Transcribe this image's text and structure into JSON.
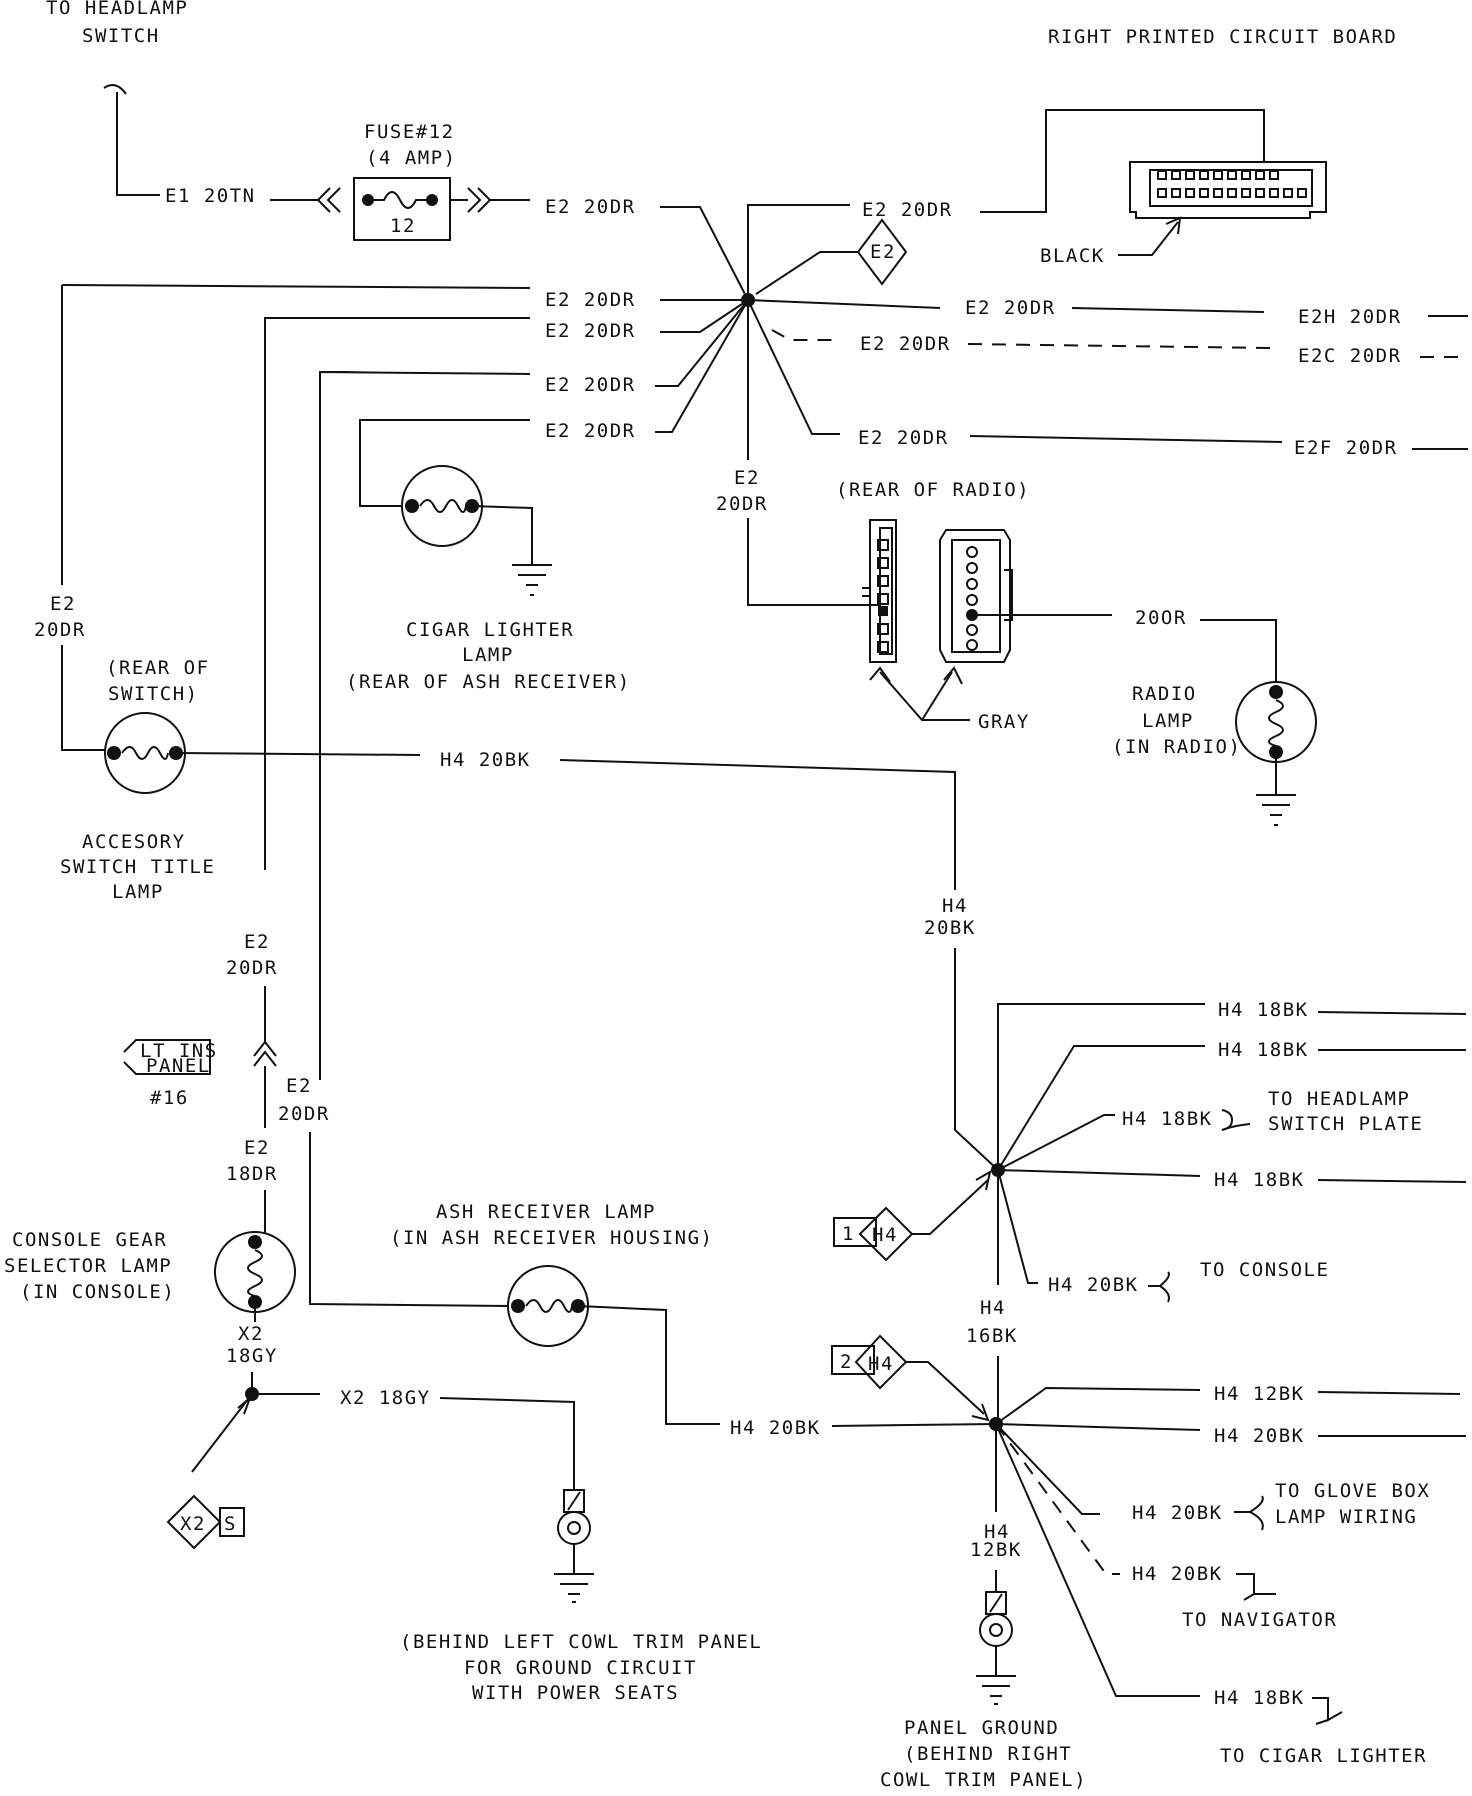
{
  "labels": {
    "to_headlamp_switch_1": "TO HEADLAMP",
    "to_headlamp_switch_2": "SWITCH",
    "right_pcb": "RIGHT PRINTED CIRCUIT BOARD",
    "fuse_title": "FUSE#12",
    "fuse_rating": "(4 AMP)",
    "fuse_number": "12",
    "e1_20tn": "E1 20TN",
    "black": "BLACK",
    "e2_splice": "E2",
    "e2_20dr": "E2 20DR",
    "e2h_20dr": "E2H 20DR",
    "e2c_20dr": "E2C 20DR",
    "e2f_20dr": "E2F 20DR",
    "e2": "E2",
    "20dr": "20DR",
    "20or_radio": "20OR",
    "rear_of_radio": "(REAR OF RADIO)",
    "gray": "GRAY",
    "radio_lamp_1": "RADIO",
    "radio_lamp_2": "LAMP",
    "radio_lamp_3": "(IN RADIO)",
    "cigar_lamp_1": "CIGAR LIGHTER",
    "cigar_lamp_2": "LAMP",
    "cigar_lamp_3": "(REAR OF ASH RECEIVER)",
    "rear_of_switch_1": "(REAR OF",
    "rear_of_switch_2": "SWITCH)",
    "h4_20bk": "H4 20BK",
    "accessory_1": "ACCESORY",
    "accessory_2": "SWITCH TITLE",
    "accessory_3": "LAMP",
    "h4": "H4",
    "20bk": "20BK",
    "lt_ins_1": "LT INS",
    "lt_ins_2": "PANEL",
    "hash16": "#16",
    "e2_18dr_1": "E2",
    "e2_18dr_2": "18DR",
    "h4_18bk": "H4 18BK",
    "to_headlamp_plate_1": "TO HEADLAMP",
    "to_headlamp_plate_2": "SWITCH PLATE",
    "to_console": "TO CONSOLE",
    "splice_1": "1",
    "splice_2": "2",
    "h4_splice": "H4",
    "16bk": "16BK",
    "h4_12bk": "H4 12BK",
    "12bk": "12BK",
    "console_lamp_1": "CONSOLE GEAR",
    "console_lamp_2": "SELECTOR LAMP",
    "console_lamp_3": "(IN CONSOLE)",
    "x2_18gy_1": "X2",
    "x2_18gy_2": "18GY",
    "x2_18gy": "X2 18GY",
    "x2_splice": "X2",
    "s": "S",
    "ash_lamp_1": "ASH RECEIVER LAMP",
    "ash_lamp_2": "(IN ASH RECEIVER HOUSING)",
    "behind_left_1": "(BEHIND LEFT COWL TRIM PANEL",
    "behind_left_2": "FOR GROUND CIRCUIT",
    "behind_left_3": "WITH POWER SEATS",
    "to_glove_1": "TO GLOVE BOX",
    "to_glove_2": "LAMP WIRING",
    "to_navigator": "TO NAVIGATOR",
    "to_cigar": "TO CIGAR LIGHTER",
    "panel_ground_1": "PANEL GROUND",
    "panel_ground_2": "(BEHIND RIGHT",
    "panel_ground_3": "COWL TRIM PANEL)"
  }
}
